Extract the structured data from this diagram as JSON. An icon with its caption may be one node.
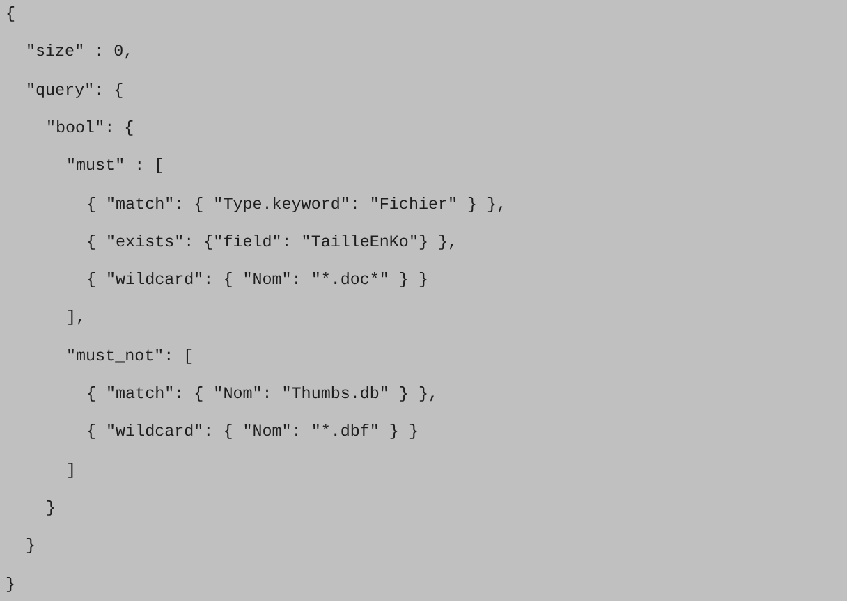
{
  "diagram": {
    "labels": [
      "{",
      "\"size\" : 0,",
      "\"query\": {",
      "\"bool\": {",
      "\"must\" : [",
      "{ \"match\": { \"Type.keyword\": \"Fichier\" } },",
      "{ \"exists\": {\"field\": \"TailleEnKo\"} },",
      "{ \"wildcard\": { \"Nom\": \"*.doc*\" } }",
      "],",
      "\"must_not\": [",
      "{ \"match\": { \"Nom\": \"Thumbs.db\" } },",
      "{ \"wildcard\": { \"Nom\": \"*.dbf\" } }",
      "]",
      "}",
      "}",
      "}"
    ]
  }
}
